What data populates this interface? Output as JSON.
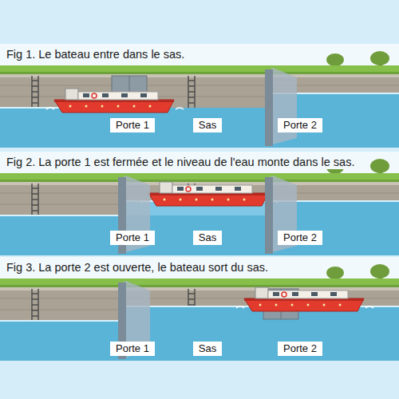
{
  "diagram": {
    "nodes": [
      {
        "text": [
          "Porte 1"
        ]
      },
      {
        "text": [
          "Sas"
        ]
      },
      {
        "text": [
          "Porte 2"
        ]
      },
      {
        "text": [
          "Porte 1"
        ]
      },
      {
        "text": [
          "Sas"
        ]
      },
      {
        "text": [
          "Porte 2"
        ]
      },
      {
        "text": [
          "Porte 1"
        ]
      },
      {
        "text": [
          "Sas"
        ]
      },
      {
        "text": [
          "Porte 2"
        ]
      }
    ],
    "labels": [
      "Fig 1. Le bateau entre dans le sas.",
      "Fig 2. La porte 1 est fermée et le niveau de l'eau monte dans le sas.",
      "Fig 3. La porte 2 est ouverte, le bateau sort du sas."
    ]
  }
}
